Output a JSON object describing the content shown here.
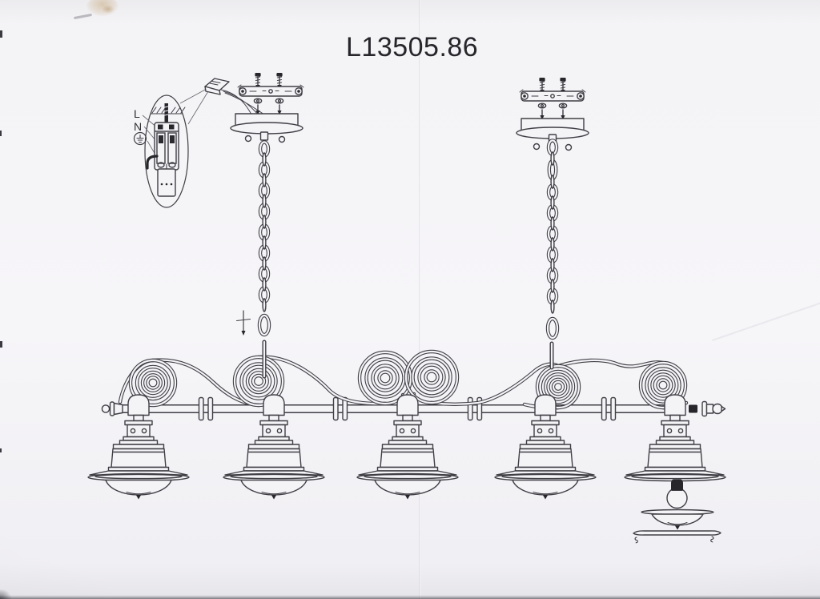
{
  "document": {
    "title": "L13505.86"
  },
  "wiring_callout": {
    "live_label": "L",
    "neutral_label": "N",
    "earth_icon": "earth-ground-symbol"
  },
  "icons": {
    "earth": "earth-ground-symbol",
    "mounting_screw": "screw-icon",
    "assembly_direction": "arrow-down-icon",
    "shade_clip": "hook-icon",
    "bulb": "light-bulb"
  },
  "colors": {
    "paper": "#f4f3f6",
    "ink": "#3f3f45",
    "ink_dark": "#26262b",
    "stain": "#b08238"
  }
}
